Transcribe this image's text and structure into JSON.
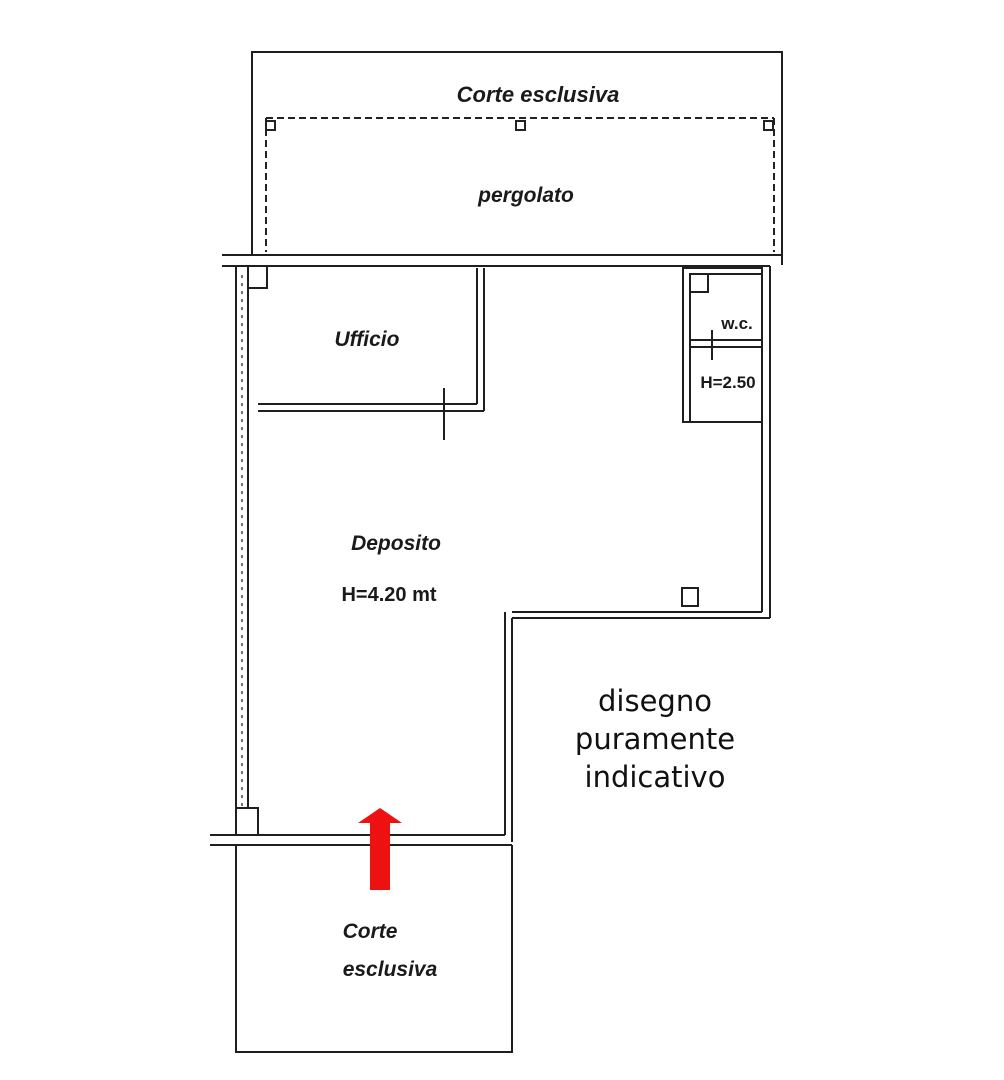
{
  "colors": {
    "wall": "#1f1f1f",
    "arrow": "#ee1111",
    "paper": "#ffffff"
  },
  "rooms": {
    "corte_top": "Corte esclusiva",
    "pergolato": "pergolato",
    "ufficio": "Ufficio",
    "wc": "w.c.",
    "wc_height": "H=2.50",
    "deposito": "Deposito",
    "deposito_height": "H=4.20 mt",
    "corte_bottom_line1": "Corte",
    "corte_bottom_line2": "esclusiva"
  },
  "note": {
    "line1": "disegno",
    "line2": "puramente",
    "line3": "indicativo"
  },
  "entrance_arrow_icon": "arrow-up-icon"
}
